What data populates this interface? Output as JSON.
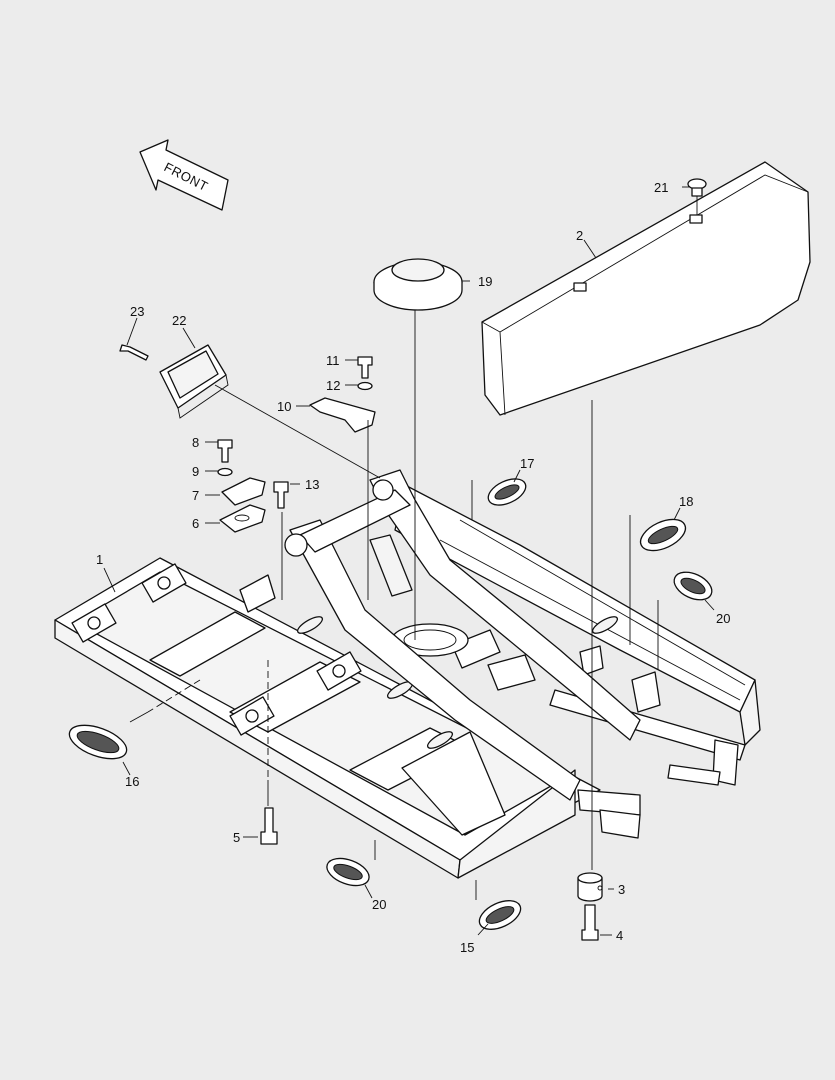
{
  "diagram": {
    "front_label": "FRONT",
    "callouts": [
      {
        "id": "c1",
        "text": "1"
      },
      {
        "id": "c2",
        "text": "2"
      },
      {
        "id": "c3",
        "text": "3"
      },
      {
        "id": "c4",
        "text": "4"
      },
      {
        "id": "c5",
        "text": "5"
      },
      {
        "id": "c6",
        "text": "6"
      },
      {
        "id": "c7",
        "text": "7"
      },
      {
        "id": "c8",
        "text": "8"
      },
      {
        "id": "c9",
        "text": "9"
      },
      {
        "id": "c10",
        "text": "10"
      },
      {
        "id": "c11",
        "text": "11"
      },
      {
        "id": "c12",
        "text": "12"
      },
      {
        "id": "c13",
        "text": "13"
      },
      {
        "id": "c15",
        "text": "15"
      },
      {
        "id": "c16",
        "text": "16"
      },
      {
        "id": "c17",
        "text": "17"
      },
      {
        "id": "c18",
        "text": "18"
      },
      {
        "id": "c19",
        "text": "19"
      },
      {
        "id": "c20a",
        "text": "20"
      },
      {
        "id": "c20b",
        "text": "20"
      },
      {
        "id": "c21",
        "text": "21"
      },
      {
        "id": "c22",
        "text": "22"
      },
      {
        "id": "c23",
        "text": "23"
      }
    ]
  }
}
